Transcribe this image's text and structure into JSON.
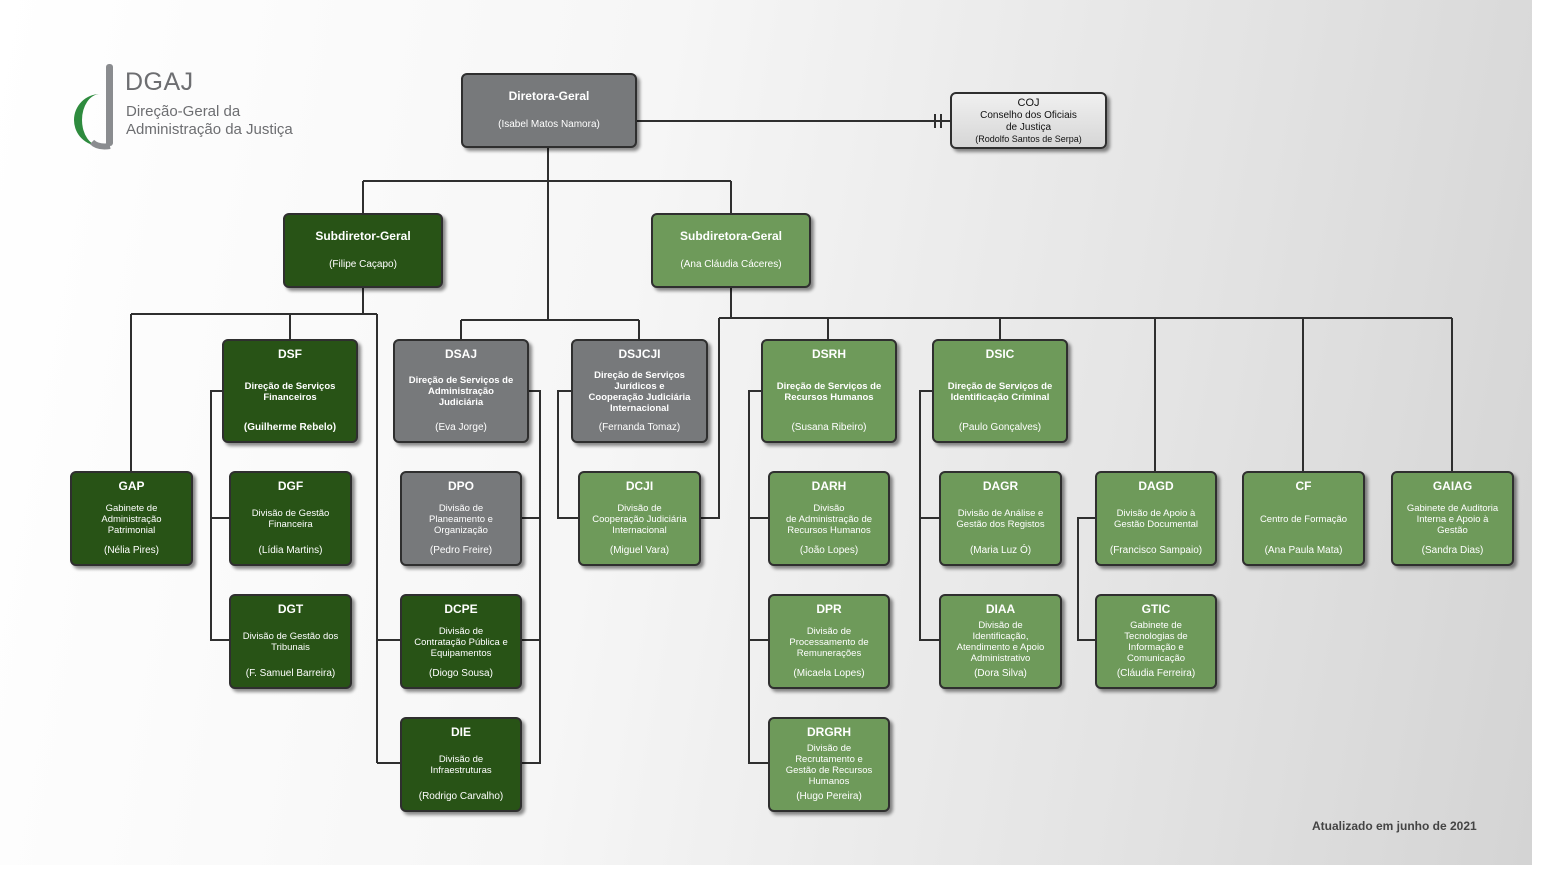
{
  "logo": {
    "abbr": "DGAJ",
    "line1": "Direção-Geral da",
    "line2": "Administração da Justiça"
  },
  "colors": {
    "gray": "#77797b",
    "dark_green": "#285316",
    "light_green": "#6e9a5a",
    "line": "#2f2f2f"
  },
  "units": {
    "dg": {
      "code": "Diretora-Geral",
      "person": "(Isabel Matos Namora)"
    },
    "coj": {
      "code": "COJ",
      "desc": "Conselho dos Oficiais\nde Justiça",
      "person": "(Rodolfo Santos de Serpa)"
    },
    "sdg1": {
      "code": "Subdiretor-Geral",
      "person": "(Filipe Caçapo)"
    },
    "sdg2": {
      "code": "Subdiretora-Geral",
      "person": "(Ana Cláudia Cáceres)"
    },
    "dsf": {
      "code": "DSF",
      "desc": "Direção de Serviços\nFinanceiros",
      "person": "(Guilherme Rebelo)"
    },
    "dgf": {
      "code": "DGF",
      "desc": "Divisão de Gestão\nFinanceira",
      "person": "(Lídia Martins)"
    },
    "dgt": {
      "code": "DGT",
      "desc": "Divisão de Gestão dos\nTribunais",
      "person": "(F. Samuel Barreira)"
    },
    "gap": {
      "code": "GAP",
      "desc": "Gabinete de\nAdministração\nPatrimonial",
      "person": "(Nélia Pires)"
    },
    "dsaj": {
      "code": "DSAJ",
      "desc": "Direção de Serviços de\nAdministração\nJudiciária",
      "person": "(Eva Jorge)"
    },
    "dpo": {
      "code": "DPO",
      "desc": "Divisão de\nPlaneamento e\nOrganização",
      "person": "(Pedro Freire)"
    },
    "dcpe": {
      "code": "DCPE",
      "desc": "Divisão de\nContratação Pública e\nEquipamentos",
      "person": "(Diogo Sousa)"
    },
    "die": {
      "code": "DIE",
      "desc": "Divisão de\nInfraestruturas",
      "person": "(Rodrigo Carvalho)"
    },
    "dsjcji": {
      "code": "DSJCJI",
      "desc": "Direção de Serviços\nJurídicos e\nCooperação Judiciária\nInternacional",
      "person": "(Fernanda Tomaz)"
    },
    "dcji": {
      "code": "DCJI",
      "desc": "Divisão de\nCooperação Judiciária\nInternacional",
      "person": "(Miguel Vara)"
    },
    "dsrh": {
      "code": "DSRH",
      "desc": "Direção de Serviços de\nRecursos Humanos",
      "person": "(Susana Ribeiro)"
    },
    "darh": {
      "code": "DARH",
      "desc": "Divisão\nde Administração de\nRecursos Humanos",
      "person": "(João Lopes)"
    },
    "dpr": {
      "code": "DPR",
      "desc": "Divisão de\nProcessamento de\nRemunerações",
      "person": "(Micaela Lopes)"
    },
    "drgrh": {
      "code": "DRGRH",
      "desc": "Divisão de\nRecrutamento e\nGestão de Recursos\nHumanos",
      "person": "(Hugo Pereira)"
    },
    "dsic": {
      "code": "DSIC",
      "desc": "Direção de Serviços de\nIdentificação Criminal",
      "person": "(Paulo Gonçalves)"
    },
    "dagr": {
      "code": "DAGR",
      "desc": "Divisão de Análise e\nGestão dos Registos",
      "person": "(Maria Luz Ó)"
    },
    "diaa": {
      "code": "DIAA",
      "desc": "Divisão de\nIdentificação,\nAtendimento e Apoio\nAdministrativo",
      "person": "(Dora Silva)"
    },
    "dagd": {
      "code": "DAGD",
      "desc": "Divisão de Apoio à\nGestão Documental",
      "person": "(Francisco Sampaio)"
    },
    "gtic": {
      "code": "GTIC",
      "desc": "Gabinete de\nTecnologias de\nInformação e\nComunicação",
      "person": "(Cláudia Ferreira)"
    },
    "cf": {
      "code": "CF",
      "desc": "Centro de Formação",
      "person": "(Ana Paula Mata)"
    },
    "gaiag": {
      "code": "GAIAG",
      "desc": "Gabinete de Auditoria\nInterna e Apoio à\nGestão",
      "person": "(Sandra Dias)"
    }
  },
  "footer": {
    "updated": "Atualizado em junho de 2021"
  }
}
